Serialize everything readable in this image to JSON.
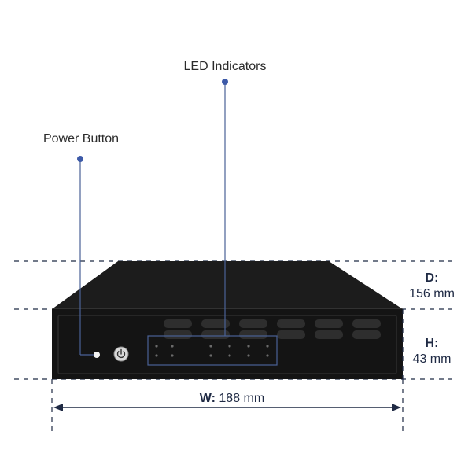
{
  "callouts": {
    "led": {
      "label": "LED Indicators"
    },
    "power": {
      "label": "Power Button"
    }
  },
  "dimensions": {
    "depth": {
      "key": "D:",
      "value": "156 mm"
    },
    "height": {
      "key": "H:",
      "value": "43 mm"
    },
    "width": {
      "key": "W:",
      "value": "188 mm"
    }
  },
  "colors": {
    "annotation": "#1f2a44",
    "callout_dot": "#3d5aa8",
    "device_body": "#141414",
    "device_top": "#1c1c1c",
    "text": "#2b2b2b"
  }
}
